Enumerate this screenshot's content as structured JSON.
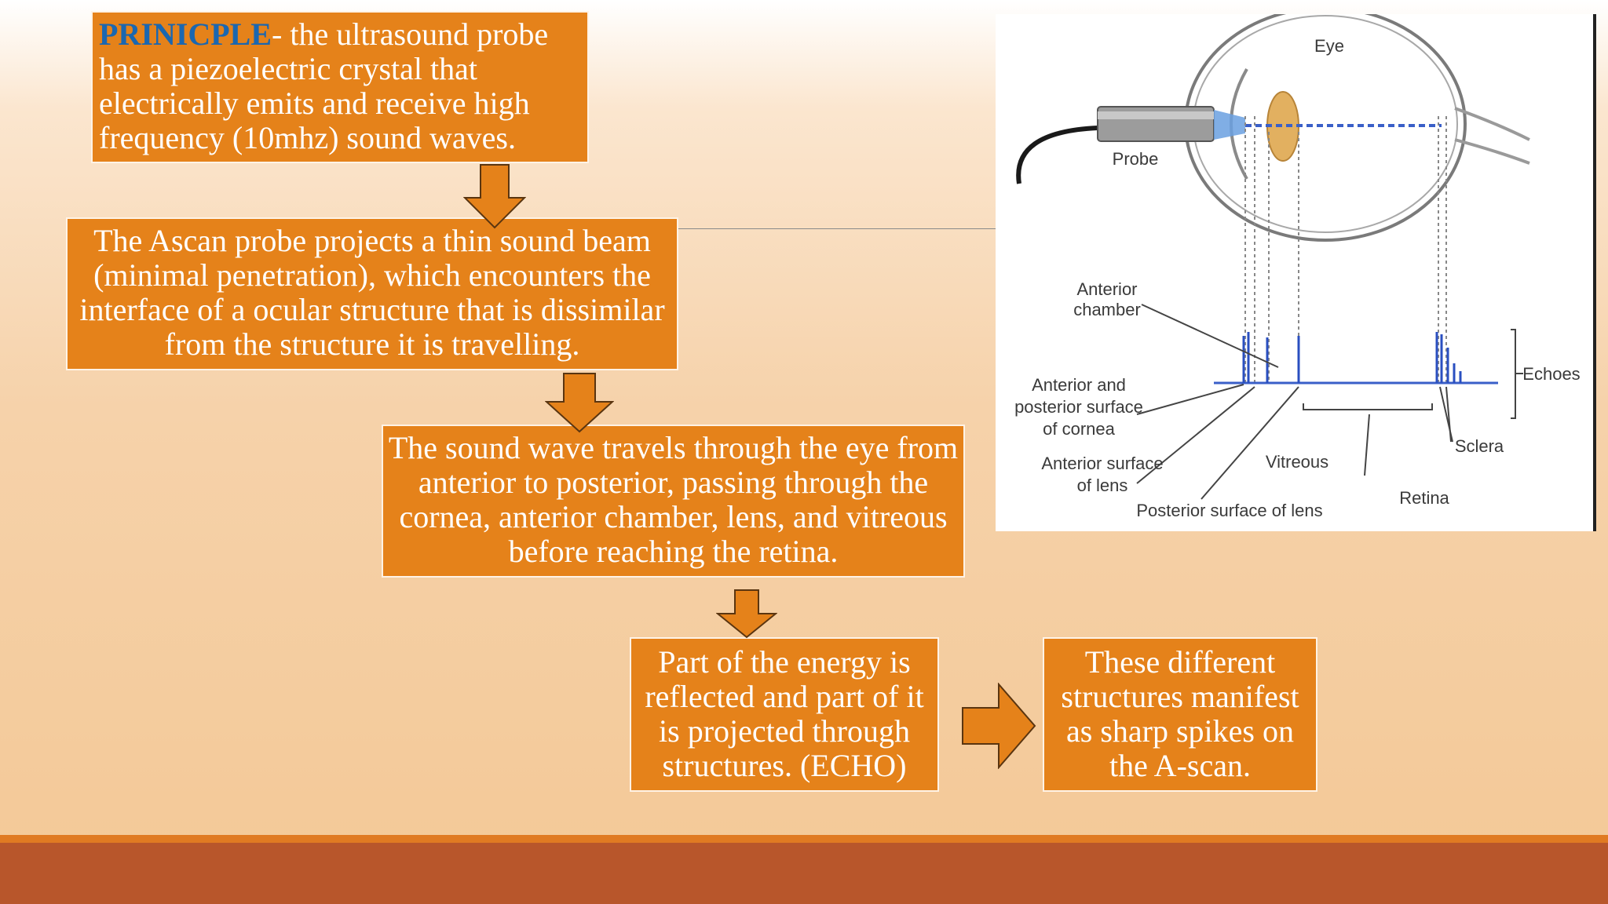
{
  "principle": {
    "heading": "PRINICPLE",
    "text": "- the ultrasound probe has a piezoelectric crystal that electrically emits and receive high frequency (10mhz) sound waves."
  },
  "step2": {
    "text": "The Ascan probe projects a thin sound beam (minimal penetration), which encounters the interface of a ocular structure that is dissimilar from the structure it is travelling."
  },
  "step3": {
    "text": "The sound wave travels through the eye from anterior to posterior, passing through the cornea, anterior chamber, lens, and vitreous before reaching the retina."
  },
  "step4": {
    "text": "Part of the energy is reflected and part of it is projected through structures. (ECHO)"
  },
  "step5": {
    "text": "These different structures manifest as sharp spikes on the A-scan."
  },
  "figure": {
    "labels": {
      "eye": "Eye",
      "probe": "Probe",
      "anterior_chamber_1": "Anterior",
      "anterior_chamber_2": "chamber",
      "cornea_1": "Anterior and",
      "cornea_2": "posterior surface",
      "cornea_3": "of cornea",
      "ant_lens_1": "Anterior surface",
      "ant_lens_2": "of lens",
      "vitreous": "Vitreous",
      "post_lens": "Posterior surface of lens",
      "retina": "Retina",
      "sclera": "Sclera",
      "echoes": "Echoes"
    }
  },
  "colors": {
    "box_fill": "#e5821a",
    "heading_blue": "#1b67b0",
    "footer": "#b8562b",
    "footer_accent": "#e07a22"
  }
}
